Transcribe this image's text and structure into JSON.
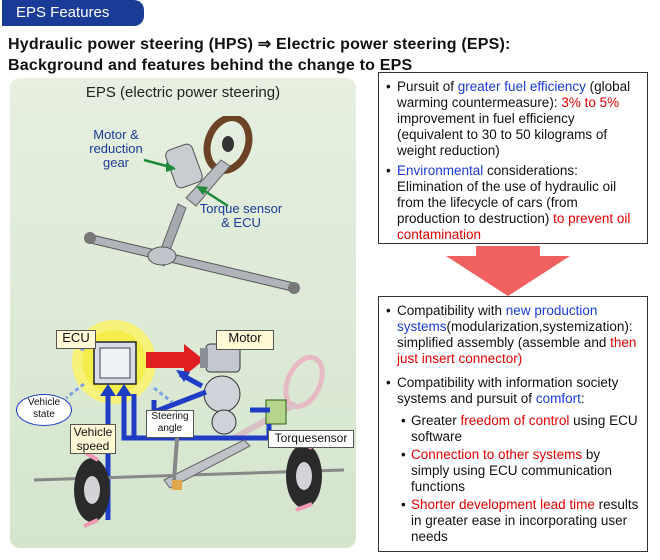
{
  "header": {
    "tab_label": "EPS Features"
  },
  "title": {
    "line1": "Hydraulic power steering (HPS) ⇒ Electric power steering (EPS):",
    "line2": "Background and features behind the change to EPS"
  },
  "left_panel": {
    "heading": "EPS (electric power steering)",
    "photo_labels": {
      "motor_gear": "Motor &\nreduction\ngear",
      "torque_sensor": "Torque sensor\n& ECU"
    },
    "diagram_labels": {
      "ecu": "ECU",
      "motor": "Motor",
      "vehicle_state": "Vehicle\nstate",
      "vehicle_speed": "Vehicle\nspeed",
      "steering_angle": "Steering\nangle",
      "torque_sensor": "Torquesensor"
    }
  },
  "box_top": {
    "items": [
      {
        "segments": [
          {
            "t": "Pursuit of ",
            "c": ""
          },
          {
            "t": "greater fuel efficiency",
            "c": "blue"
          },
          {
            "t": " (global warming countermeasure): ",
            "c": ""
          },
          {
            "t": "3% to 5%",
            "c": "red"
          },
          {
            "t": " improvement in fuel efficiency (equivalent to 30 to 50 kilograms of weight reduction)",
            "c": ""
          }
        ]
      },
      {
        "segments": [
          {
            "t": "Environmental",
            "c": "blue"
          },
          {
            "t": " considerations: Elimination of the use of hydraulic oil from the lifecycle of cars (from production to destruction) ",
            "c": ""
          },
          {
            "t": "to prevent oil contamination",
            "c": "red"
          }
        ]
      }
    ]
  },
  "box_bottom": {
    "items": [
      {
        "segments": [
          {
            "t": "Compatibility with ",
            "c": ""
          },
          {
            "t": "new production systems",
            "c": "blue"
          },
          {
            "t": "(modularization,systemization): simplified assembly (assemble and ",
            "c": ""
          },
          {
            "t": "then just insert connector)",
            "c": "red"
          }
        ]
      },
      {
        "segments": [
          {
            "t": "Compatibility with information society systems and pursuit of ",
            "c": ""
          },
          {
            "t": "comfort",
            "c": "blue"
          },
          {
            "t": ":",
            "c": ""
          }
        ]
      }
    ],
    "subitems": [
      {
        "segments": [
          {
            "t": "Greater ",
            "c": ""
          },
          {
            "t": "freedom of control",
            "c": "red"
          },
          {
            "t": " using ECU software",
            "c": ""
          }
        ]
      },
      {
        "segments": [
          {
            "t": "Connection to other systems",
            "c": "red"
          },
          {
            "t": " by simply using ECU communication functions",
            "c": ""
          }
        ]
      },
      {
        "segments": [
          {
            "t": "Shorter development lead time",
            "c": "red"
          },
          {
            "t": " results in greater ease in incorporating user needs",
            "c": ""
          }
        ]
      }
    ]
  },
  "colors": {
    "tab": "#1a3b96",
    "blue_text": "#1a3bd6",
    "red_text": "#e00000",
    "arrow": "#f06060"
  }
}
